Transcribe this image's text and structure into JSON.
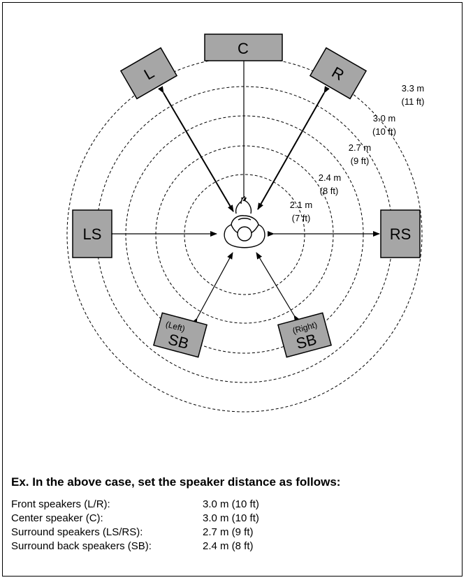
{
  "diagram": {
    "rings": [
      {
        "m": "2.1 m",
        "ft": "(7 ft)"
      },
      {
        "m": "2.4 m",
        "ft": "(8 ft)"
      },
      {
        "m": "2.7 m",
        "ft": "(9 ft)"
      },
      {
        "m": "3.0 m",
        "ft": "(10 ft)"
      },
      {
        "m": "3.3 m",
        "ft": "(11 ft)"
      }
    ],
    "speakers": {
      "center": "C",
      "left": "L",
      "right": "R",
      "left_surround": "LS",
      "right_surround": "RS",
      "surround_back_left": {
        "tag": "(Left)",
        "name": "SB"
      },
      "surround_back_right": {
        "tag": "(Right)",
        "name": "SB"
      }
    }
  },
  "example": {
    "heading": "Ex. In the above case, set the speaker distance as follows:",
    "rows": [
      {
        "label": "Front speakers (L/R):",
        "value": "3.0 m (10 ft)"
      },
      {
        "label": "Center speaker (C):",
        "value": "3.0 m (10 ft)"
      },
      {
        "label": "Surround speakers (LS/RS):",
        "value": "2.7 m (9 ft)"
      },
      {
        "label": "Surround back speakers (SB):",
        "value": "2.4 m (8 ft)"
      }
    ]
  }
}
